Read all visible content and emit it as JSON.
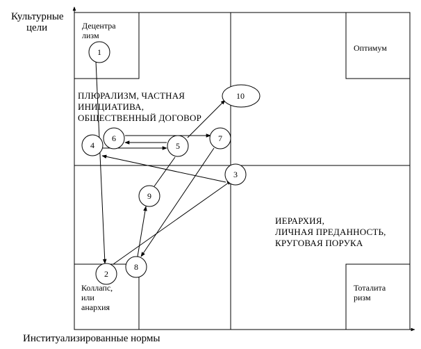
{
  "axes": {
    "y_label_line1": "Культурные",
    "y_label_line2": "цели",
    "x_label": "Институализированные нормы"
  },
  "corners": {
    "top_left_line1": "Децентра",
    "top_left_line2": "лизм",
    "top_right": "Оптимум",
    "bottom_left_line1": "Коллапс,",
    "bottom_left_line2": "или",
    "bottom_left_line3": "анархия",
    "bottom_right_line1": "Тоталита",
    "bottom_right_line2": "ризм"
  },
  "regions": {
    "upper_line1": "ПЛЮРАЛИЗМ, ЧАСТНАЯ",
    "upper_line2": "ИНИЦИАТИВА,",
    "upper_line3": "ОБЩЕСТВЕННЫЙ ДОГОВОР",
    "lower_line1": "ИЕРАРХИЯ,",
    "lower_line2": "ЛИЧНАЯ ПРЕДАННОСТЬ,",
    "lower_line3": "КРУГОВАЯ ПОРУКА"
  },
  "nodes": {
    "n1": "1",
    "n2": "2",
    "n3": "3",
    "n4": "4",
    "n5": "5",
    "n6": "6",
    "n7": "7",
    "n8": "8",
    "n9": "9",
    "n10": "10"
  }
}
